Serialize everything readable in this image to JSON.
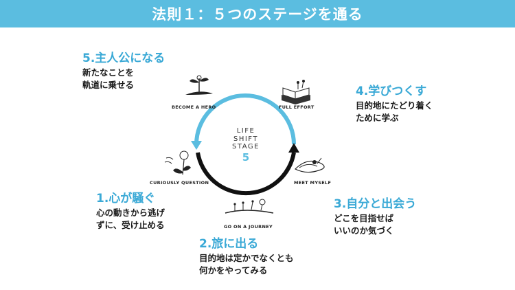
{
  "header": {
    "title": "法則１：５つのステージを通る"
  },
  "cycle": {
    "center_lines": [
      "LIFE",
      "SHIFT",
      "STAGE"
    ],
    "center_number": "5",
    "colors": {
      "blue": "#5bbde0",
      "black": "#111111"
    }
  },
  "stages": [
    {
      "title": "1.心が騒ぐ",
      "desc": [
        "心の動きから逃げ",
        "ずに、受け止める"
      ],
      "icon_label": "CURIOUSLY QUESTION",
      "icon": "dandelion-icon"
    },
    {
      "title": "2.旅に出る",
      "desc": [
        "目的地は定かでなくとも",
        "何かをやってみる"
      ],
      "icon_label": "GO ON A JOURNEY",
      "icon": "seeds-flying-icon"
    },
    {
      "title": "3.自分と出会う",
      "desc": [
        "どこを目指せば",
        "いいのか気づく"
      ],
      "icon_label": "MEET MYSELF",
      "icon": "island-icon"
    },
    {
      "title": "4.学びつくす",
      "desc": [
        "目的地にたどり着く",
        "ために学ぶ"
      ],
      "icon_label": "FULL EFFORT",
      "icon": "book-icon"
    },
    {
      "title": "5.主人公になる",
      "desc": [
        "新たなことを",
        "軌道に乗せる"
      ],
      "icon_label": "BECOME A HERO",
      "icon": "sprout-icon"
    }
  ]
}
